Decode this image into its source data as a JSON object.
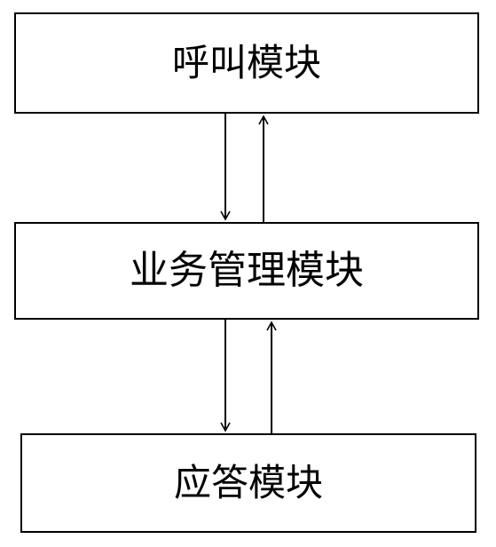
{
  "diagram": {
    "modules": {
      "call": {
        "label": "呼叫模块"
      },
      "business": {
        "label": "业务管理模块"
      },
      "response": {
        "label": "应答模块"
      }
    }
  }
}
